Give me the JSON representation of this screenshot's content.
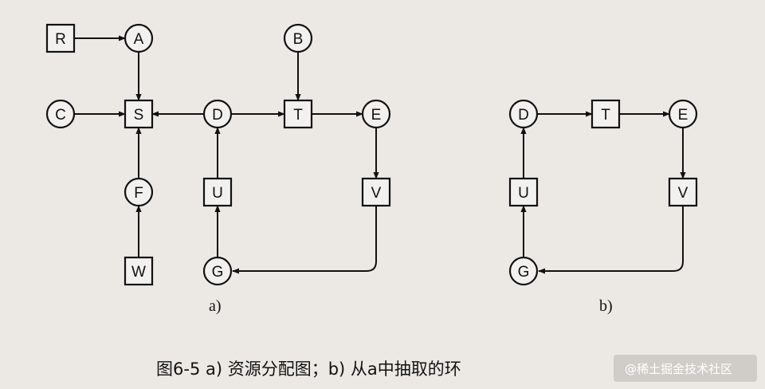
{
  "diagram": {
    "part_a": {
      "label": "a)",
      "nodes": [
        {
          "id": "R",
          "type": "square"
        },
        {
          "id": "A",
          "type": "circle"
        },
        {
          "id": "B",
          "type": "circle"
        },
        {
          "id": "C",
          "type": "circle"
        },
        {
          "id": "S",
          "type": "square"
        },
        {
          "id": "D",
          "type": "circle"
        },
        {
          "id": "T",
          "type": "square"
        },
        {
          "id": "E",
          "type": "circle"
        },
        {
          "id": "F",
          "type": "circle"
        },
        {
          "id": "U",
          "type": "square"
        },
        {
          "id": "V",
          "type": "square"
        },
        {
          "id": "W",
          "type": "square"
        },
        {
          "id": "G",
          "type": "circle"
        }
      ],
      "edges": [
        [
          "R",
          "A"
        ],
        [
          "A",
          "S"
        ],
        [
          "C",
          "S"
        ],
        [
          "D",
          "S"
        ],
        [
          "D",
          "T"
        ],
        [
          "B",
          "T"
        ],
        [
          "T",
          "E"
        ],
        [
          "E",
          "V"
        ],
        [
          "V",
          "G"
        ],
        [
          "G",
          "U"
        ],
        [
          "U",
          "D"
        ],
        [
          "W",
          "F"
        ],
        [
          "F",
          "S"
        ]
      ]
    },
    "part_b": {
      "label": "b)",
      "nodes": [
        {
          "id": "D",
          "type": "circle"
        },
        {
          "id": "T",
          "type": "square"
        },
        {
          "id": "E",
          "type": "circle"
        },
        {
          "id": "U",
          "type": "square"
        },
        {
          "id": "V",
          "type": "square"
        },
        {
          "id": "G",
          "type": "circle"
        }
      ],
      "edges": [
        [
          "D",
          "T"
        ],
        [
          "T",
          "E"
        ],
        [
          "E",
          "V"
        ],
        [
          "V",
          "G"
        ],
        [
          "G",
          "U"
        ],
        [
          "U",
          "D"
        ]
      ]
    },
    "caption": "图6-5   a) 资源分配图；b) 从a中抽取的环"
  },
  "watermark": "@稀土掘金技术社区",
  "colors": {
    "background": "#ece9e4",
    "ink": "#111111"
  }
}
